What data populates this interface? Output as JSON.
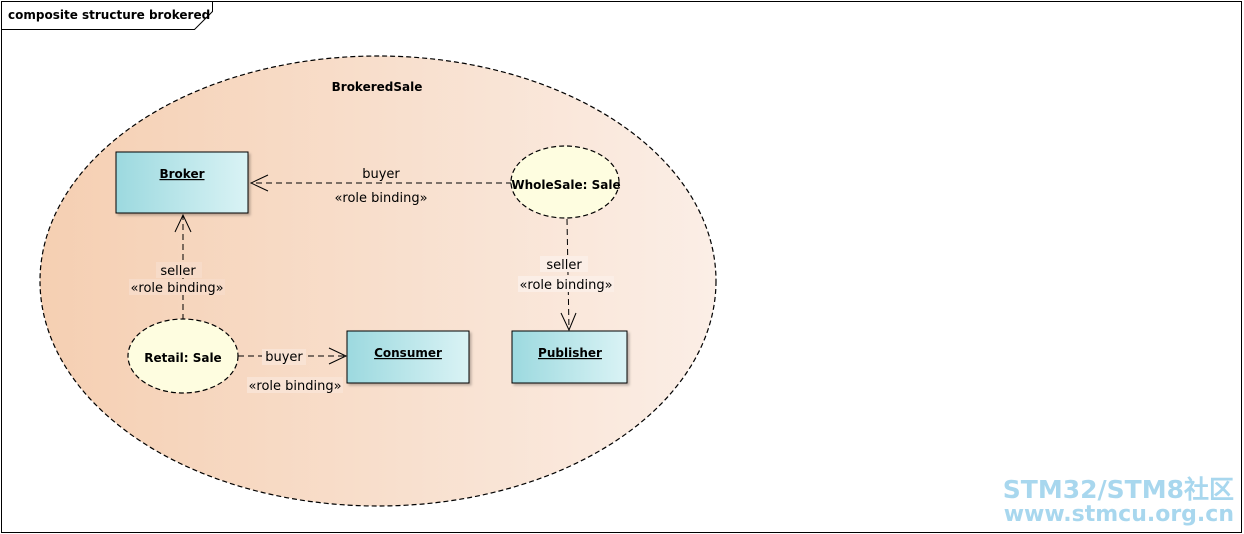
{
  "frame": {
    "title": "composite structure brokered"
  },
  "system": {
    "name": "BrokeredSale"
  },
  "objects": {
    "broker": "Broker",
    "consumer": "Consumer",
    "publisher": "Publisher"
  },
  "collaborations": {
    "wholesale": "WholeSale: Sale",
    "retail": "Retail: Sale"
  },
  "edges": {
    "wholesale_broker": {
      "role": "buyer",
      "stereo": "«role binding»"
    },
    "wholesale_publisher": {
      "role": "seller",
      "stereo": "«role binding»"
    },
    "retail_broker": {
      "role": "seller",
      "stereo": "«role binding»"
    },
    "retail_consumer": {
      "role": "buyer",
      "stereo": "«role binding»"
    }
  },
  "watermark": {
    "line1": "STM32/STM8社区",
    "line2": "www.stmcu.org.cn"
  },
  "colors": {
    "class_fill_start": "#9fdbe0",
    "class_fill_end": "#d8f2f4",
    "collab_fill": "#fefde0",
    "system_fill_start": "#f5d0b4",
    "system_fill_end": "#fbece2",
    "watermark": "#a8d7ee"
  }
}
